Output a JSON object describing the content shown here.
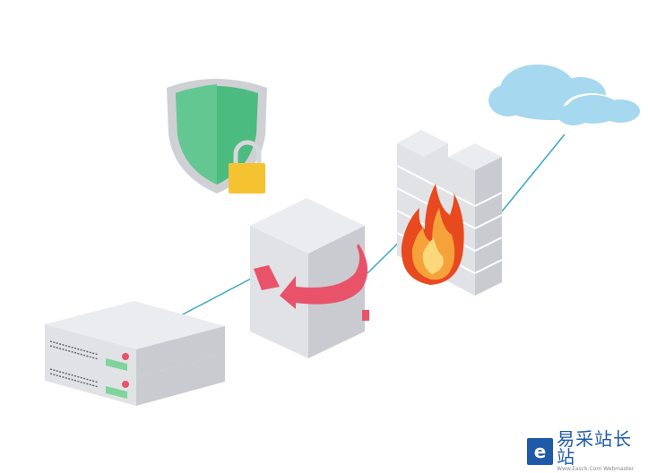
{
  "watermark": {
    "logo_letter": "e",
    "title": "易采站长站",
    "subtitle": "Www.Easck.Com Webmaster"
  },
  "colors": {
    "shield": "#4cbb7f",
    "lock": "#f5c332",
    "server": "#e1e2e6",
    "arrow": "#e8536a",
    "link": "#3aa6c8",
    "cloud": "#a6d8ef",
    "flame": "#f0762c"
  }
}
